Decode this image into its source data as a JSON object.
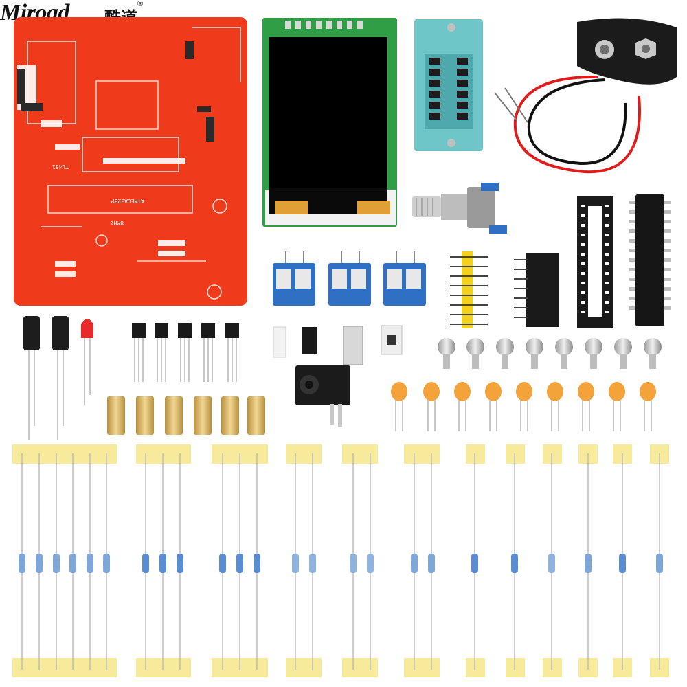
{
  "brand": {
    "name": "Miroad",
    "cjk": "酷道",
    "registered_mark": "®"
  },
  "pcb": {
    "mcu_label": "ATMEGA328P",
    "regulator_label": "TL431",
    "crystal_label": "8MHz"
  },
  "colors": {
    "pcb_red": "#ef3b1c",
    "lcd_green": "#2f9e44",
    "zif_teal": "#6ec6c9",
    "terminal_blue": "#2f6fc4",
    "header_yellow": "#f2d21b",
    "tape_yellow": "#f7ea9b",
    "capacitor_orange": "#f4a23a",
    "brass": "#d8b46a",
    "battery_clip_black": "#1b1b1b",
    "wire_red": "#e01b1b"
  },
  "icons": [
    "brand-logo",
    "pcb-board",
    "lcd-display",
    "zif-socket",
    "battery-clip",
    "potentiometer",
    "terminal-block",
    "pin-header",
    "ic-socket",
    "ic-chip",
    "screw",
    "capacitor",
    "resistor",
    "transistor",
    "led",
    "electrolytic-capacitor",
    "dc-jack",
    "brass-standoff"
  ]
}
